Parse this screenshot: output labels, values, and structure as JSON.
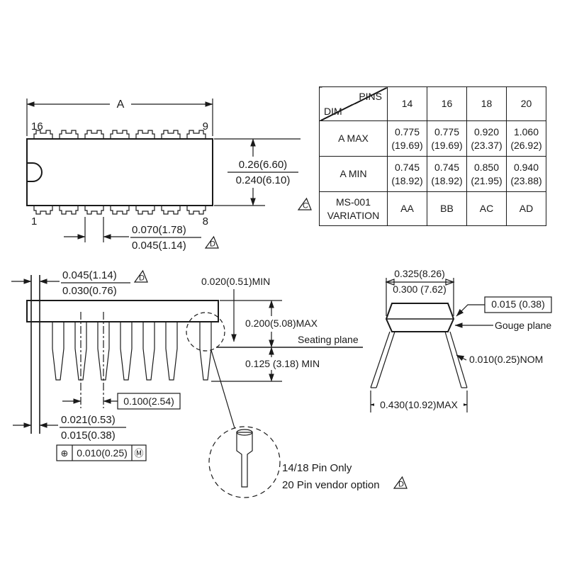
{
  "colors": {
    "ink": "#1a1a1a",
    "background": "#ffffff"
  },
  "top_view": {
    "dim_a": "A",
    "pin_top_left": "16",
    "pin_top_right": "9",
    "pin_bottom_left": "1",
    "pin_bottom_right": "8",
    "body_width_inch": "0.26(6.60)",
    "body_width_mm": "0.240(6.10)",
    "pin_width_max": "0.070(1.78)",
    "pin_width_min": "0.045(1.14)",
    "flag": "D"
  },
  "table": {
    "pins_label": "PINS",
    "dim_label": "DIM",
    "columns": [
      "14",
      "16",
      "18",
      "20"
    ],
    "row_a_max": {
      "label": "A MAX",
      "inch": [
        "0.775",
        "0.775",
        "0.920",
        "1.060"
      ],
      "mm": [
        "(19.69)",
        "(19.69)",
        "(23.37)",
        "(26.92)"
      ]
    },
    "row_a_min": {
      "label": "A MIN",
      "inch": [
        "0.745",
        "0.745",
        "0.850",
        "0.940"
      ],
      "mm": [
        "(18.92)",
        "(18.92)",
        "(21.95)",
        "(23.88)"
      ]
    },
    "row_variation": {
      "label_line1": "MS-001",
      "label_line2": "VARIATION",
      "values": [
        "AA",
        "BB",
        "AC",
        "AD"
      ]
    },
    "flag": "C"
  },
  "side_view": {
    "lead_shoulder_max": "0.045(1.14)",
    "lead_shoulder_min": "0.030(0.76)",
    "flag": "D",
    "standoff": "0.020(0.51)MIN",
    "body_height": "0.200(5.08)MAX",
    "seating_plane_label": "Seating plane",
    "lead_length": "0.125 (3.18) MIN",
    "pitch": "0.100(2.54)",
    "lead_tip_max": "0.021(0.53)",
    "lead_tip_min": "0.015(0.38)",
    "tol_position_symbol": "⊕",
    "tol_value": "0.010(0.25)",
    "tol_modifier": "Ⓜ"
  },
  "end_view": {
    "body_width_max": "0.325(8.26)",
    "body_width_min": "0.300 (7.62)",
    "gauge_offset": "0.015  (0.38)",
    "gauge_plane_label": "Gouge plane",
    "lead_thickness": "0.010(0.25)NOM",
    "spread_max": "0.430(10.92)MAX"
  },
  "detail_note": {
    "line1": "14/18 Pin Only",
    "line2": "20 Pin vendor option",
    "flag": "D"
  }
}
